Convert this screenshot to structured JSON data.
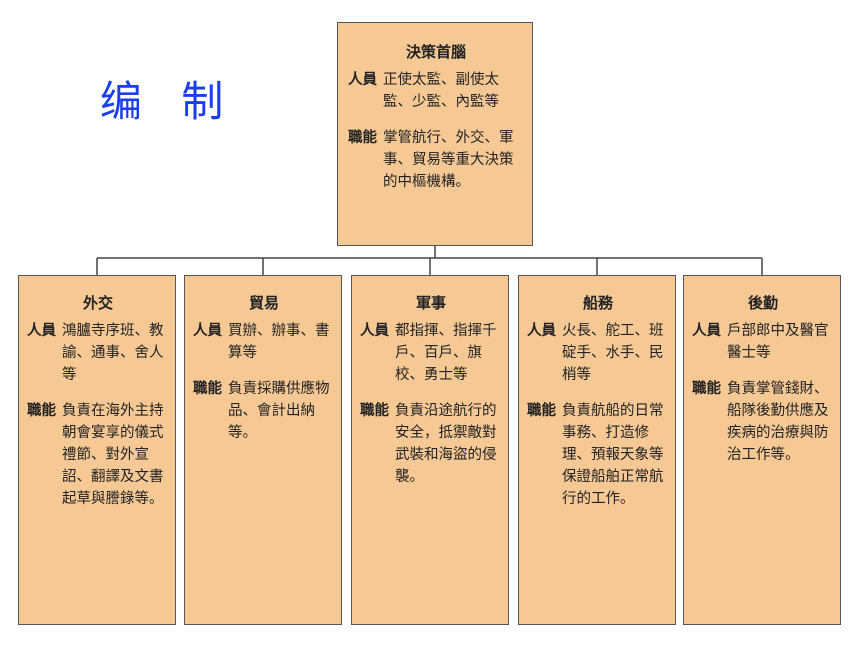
{
  "title": "编 制",
  "labels": {
    "personnel": "人員",
    "function": "職能"
  },
  "top": {
    "title": "決策首腦",
    "personnel": "正使太監、副使太監、少監、內監等",
    "function": "掌管航行、外交、軍事、貿易等重大決策的中樞機構。"
  },
  "departments": [
    {
      "title": "外交",
      "personnel": "鴻臚寺序班、教諭、通事、舍人等",
      "function": "負責在海外主持朝會宴享的儀式禮節、對外宣詔、翻譯及文書起草與謄錄等。"
    },
    {
      "title": "貿易",
      "personnel": "買辦、辦事、書算等",
      "function": "負責採購供應物品、會計出納等。"
    },
    {
      "title": "軍事",
      "personnel": "都指揮、指揮千戶、百戶、旗校、勇士等",
      "function": "負責沿途航行的安全，抵禦敵對武裝和海盜的侵襲。"
    },
    {
      "title": "船務",
      "personnel": "火長、舵工、班碇手、水手、民梢等",
      "function": "負責航船的日常事務、打造修理、預報天象等保證船舶正常航行的工作。"
    },
    {
      "title": "後勤",
      "personnel": "戶部郎中及醫官醫士等",
      "function": "負責掌管錢財、船隊後勤供應及疾病的治療與防治工作等。"
    }
  ]
}
